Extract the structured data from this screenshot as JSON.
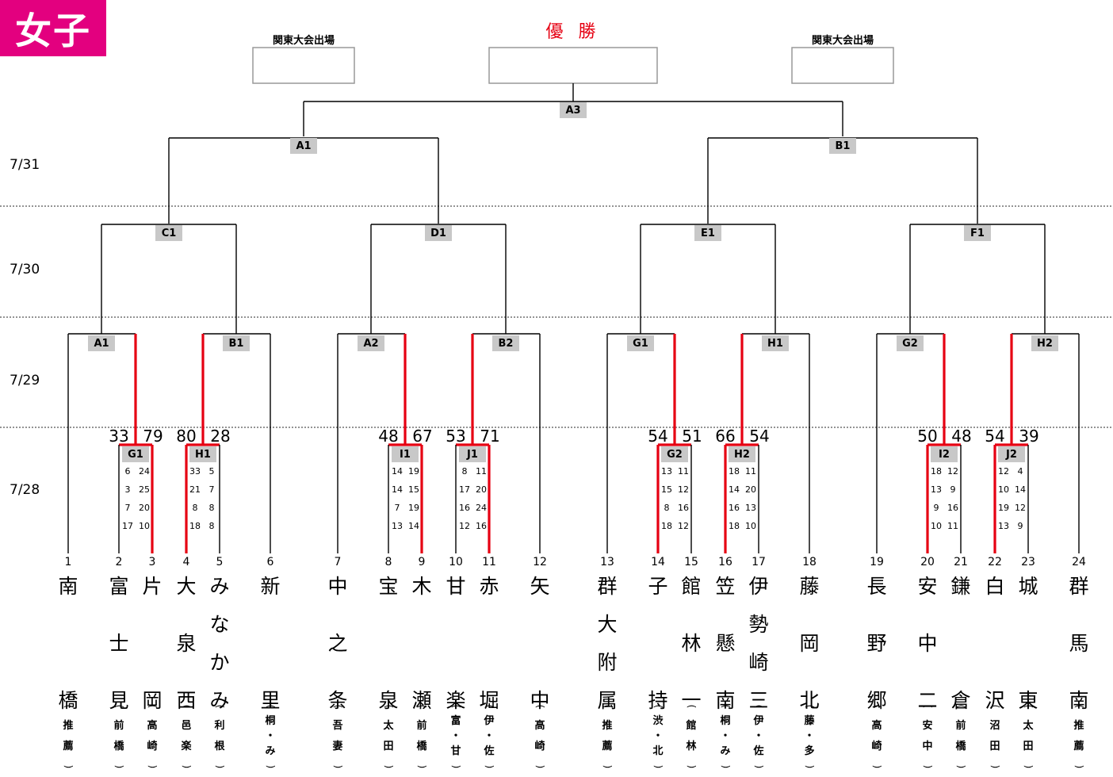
{
  "header": {
    "badge": "女子"
  },
  "top": {
    "champion_label": "優 勝",
    "kanto_left": "関東大会出場",
    "kanto_right": "関東大会出場"
  },
  "dates": [
    "7/31",
    "7/30",
    "7/29",
    "7/28"
  ],
  "colors": {
    "badge": "#e3007f",
    "winner_line": "#e60012",
    "match_box": "#c8c8c8",
    "champion_text": "#e60012"
  },
  "matches": {
    "A3": "A3",
    "A1top": "A1",
    "B1top": "B1",
    "C1": "C1",
    "D1": "D1",
    "E1": "E1",
    "F1": "F1",
    "A1": "A1",
    "B1": "B1",
    "A2": "A2",
    "B2": "B2",
    "G1b": "G1",
    "H1b": "H1",
    "G2b": "G2",
    "H2b": "H2",
    "G1": "G1",
    "H1": "H1",
    "I1": "I1",
    "J1": "J1",
    "G2": "G2",
    "H2": "H2",
    "I2": "I2",
    "J2": "J2"
  },
  "round1": [
    {
      "id": "G1",
      "left": "33",
      "right": "79",
      "sets": [
        [
          "6",
          "24"
        ],
        [
          "3",
          "25"
        ],
        [
          "7",
          "20"
        ],
        [
          "17",
          "10"
        ]
      ]
    },
    {
      "id": "H1",
      "left": "80",
      "right": "28",
      "sets": [
        [
          "33",
          "5"
        ],
        [
          "21",
          "7"
        ],
        [
          "8",
          "8"
        ],
        [
          "18",
          "8"
        ]
      ]
    },
    {
      "id": "I1",
      "left": "48",
      "right": "67",
      "sets": [
        [
          "14",
          "19"
        ],
        [
          "14",
          "15"
        ],
        [
          "7",
          "19"
        ],
        [
          "13",
          "14"
        ]
      ]
    },
    {
      "id": "J1",
      "left": "53",
      "right": "71",
      "sets": [
        [
          "8",
          "11"
        ],
        [
          "17",
          "20"
        ],
        [
          "16",
          "24"
        ],
        [
          "12",
          "16"
        ]
      ]
    },
    {
      "id": "G2",
      "left": "54",
      "right": "51",
      "sets": [
        [
          "13",
          "11"
        ],
        [
          "15",
          "12"
        ],
        [
          "8",
          "16"
        ],
        [
          "18",
          "12"
        ]
      ]
    },
    {
      "id": "H2",
      "left": "66",
      "right": "54",
      "sets": [
        [
          "18",
          "11"
        ],
        [
          "14",
          "20"
        ],
        [
          "16",
          "13"
        ],
        [
          "18",
          "10"
        ]
      ]
    },
    {
      "id": "I2",
      "left": "50",
      "right": "48",
      "sets": [
        [
          "18",
          "12"
        ],
        [
          "13",
          "9"
        ],
        [
          "9",
          "16"
        ],
        [
          "10",
          "11"
        ]
      ]
    },
    {
      "id": "J2",
      "left": "54",
      "right": "39",
      "sets": [
        [
          "12",
          "4"
        ],
        [
          "10",
          "14"
        ],
        [
          "19",
          "12"
        ],
        [
          "13",
          "9"
        ]
      ]
    }
  ],
  "teams": [
    {
      "num": "1",
      "name": [
        "南",
        "橋"
      ],
      "school": [
        "推",
        "薦"
      ]
    },
    {
      "num": "2",
      "name": [
        "富",
        "士",
        "見"
      ],
      "school": [
        "前",
        "橋"
      ]
    },
    {
      "num": "3",
      "name": [
        "片",
        "岡"
      ],
      "school": [
        "高",
        "崎"
      ]
    },
    {
      "num": "4",
      "name": [
        "大",
        "泉",
        "西"
      ],
      "school": [
        "邑",
        "楽"
      ]
    },
    {
      "num": "5",
      "name": [
        "み",
        "な",
        "か",
        "み"
      ],
      "school": [
        "利",
        "根"
      ]
    },
    {
      "num": "6",
      "name": [
        "新",
        "里"
      ],
      "school": [
        "桐",
        "・",
        "み"
      ]
    },
    {
      "num": "7",
      "name": [
        "中",
        "之",
        "条"
      ],
      "school": [
        "吾",
        "妻"
      ]
    },
    {
      "num": "8",
      "name": [
        "宝",
        "泉"
      ],
      "school": [
        "太",
        "田"
      ]
    },
    {
      "num": "9",
      "name": [
        "木",
        "瀬"
      ],
      "school": [
        "前",
        "橋"
      ]
    },
    {
      "num": "10",
      "name": [
        "甘",
        "楽"
      ],
      "school": [
        "富",
        "・",
        "甘"
      ]
    },
    {
      "num": "11",
      "name": [
        "赤",
        "堀"
      ],
      "school": [
        "伊",
        "・",
        "佐"
      ]
    },
    {
      "num": "12",
      "name": [
        "矢",
        "中"
      ],
      "school": [
        "高",
        "崎"
      ]
    },
    {
      "num": "13",
      "name": [
        "群",
        "大",
        "附",
        "属"
      ],
      "school": [
        "推",
        "薦"
      ]
    },
    {
      "num": "14",
      "name": [
        "子",
        "持"
      ],
      "school": [
        "渋",
        "・",
        "北"
      ]
    },
    {
      "num": "15",
      "name": [
        "館",
        "林",
        "一"
      ],
      "school": [
        "館",
        "林"
      ]
    },
    {
      "num": "16",
      "name": [
        "笠",
        "懸",
        "南"
      ],
      "school": [
        "桐",
        "・",
        "み"
      ]
    },
    {
      "num": "17",
      "name": [
        "伊",
        "勢",
        "崎",
        "三"
      ],
      "school": [
        "伊",
        "・",
        "佐"
      ]
    },
    {
      "num": "18",
      "name": [
        "藤",
        "岡",
        "北"
      ],
      "school": [
        "藤",
        "・",
        "多"
      ]
    },
    {
      "num": "19",
      "name": [
        "長",
        "野",
        "郷"
      ],
      "school": [
        "高",
        "崎"
      ]
    },
    {
      "num": "20",
      "name": [
        "安",
        "中",
        "二"
      ],
      "school": [
        "安",
        "中"
      ]
    },
    {
      "num": "21",
      "name": [
        "鎌",
        "倉"
      ],
      "school": [
        "前",
        "橋"
      ]
    },
    {
      "num": "22",
      "name": [
        "白",
        "沢"
      ],
      "school": [
        "沼",
        "田"
      ]
    },
    {
      "num": "23",
      "name": [
        "城",
        "東"
      ],
      "school": [
        "太",
        "田"
      ]
    },
    {
      "num": "24",
      "name": [
        "群",
        "馬",
        "南"
      ],
      "school": [
        "推",
        "薦"
      ]
    }
  ]
}
